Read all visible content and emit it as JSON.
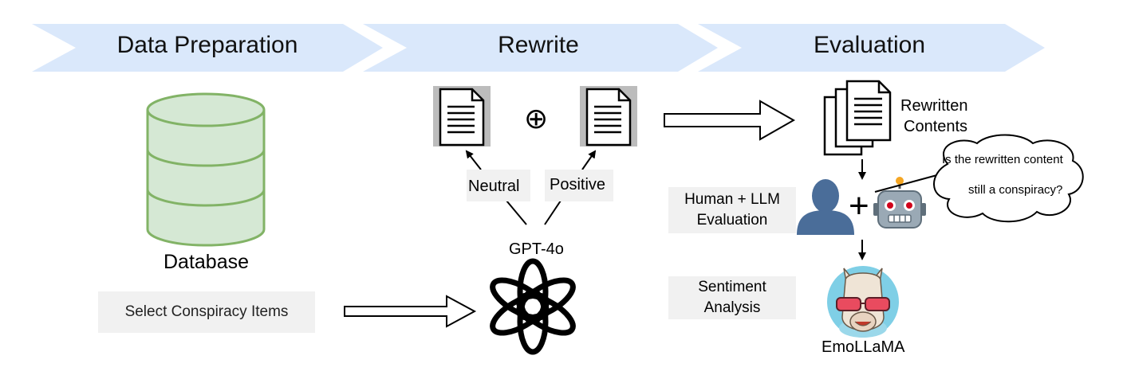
{
  "stages": {
    "data_preparation": "Data Preparation",
    "rewrite": "Rewrite",
    "evaluation": "Evaluation"
  },
  "data_preparation": {
    "database_label": "Database",
    "select_items": "Select Conspiracy Items"
  },
  "rewrite": {
    "neutral": "Neutral",
    "positive": "Positive",
    "model": "GPT-4o",
    "combine_symbol": "⊕"
  },
  "evaluation": {
    "rewritten_line1": "Rewritten",
    "rewritten_line2": "Contents",
    "human_llm_line1": "Human + LLM",
    "human_llm_line2": "Evaluation",
    "plus_symbol": "+",
    "question_line1": "Is the rewritten content",
    "question_line2": "still a conspiracy?",
    "sentiment_line1": "Sentiment",
    "sentiment_line2": "Analysis",
    "model": "EmoLLaMA"
  },
  "colors": {
    "stage_banner": "#dae8fb",
    "database_fill": "#d5e8d4",
    "database_stroke": "#82b366",
    "box_fill": "#f1f1f1",
    "document_fill": "#bcbcbc",
    "person": "#4a6d99"
  }
}
